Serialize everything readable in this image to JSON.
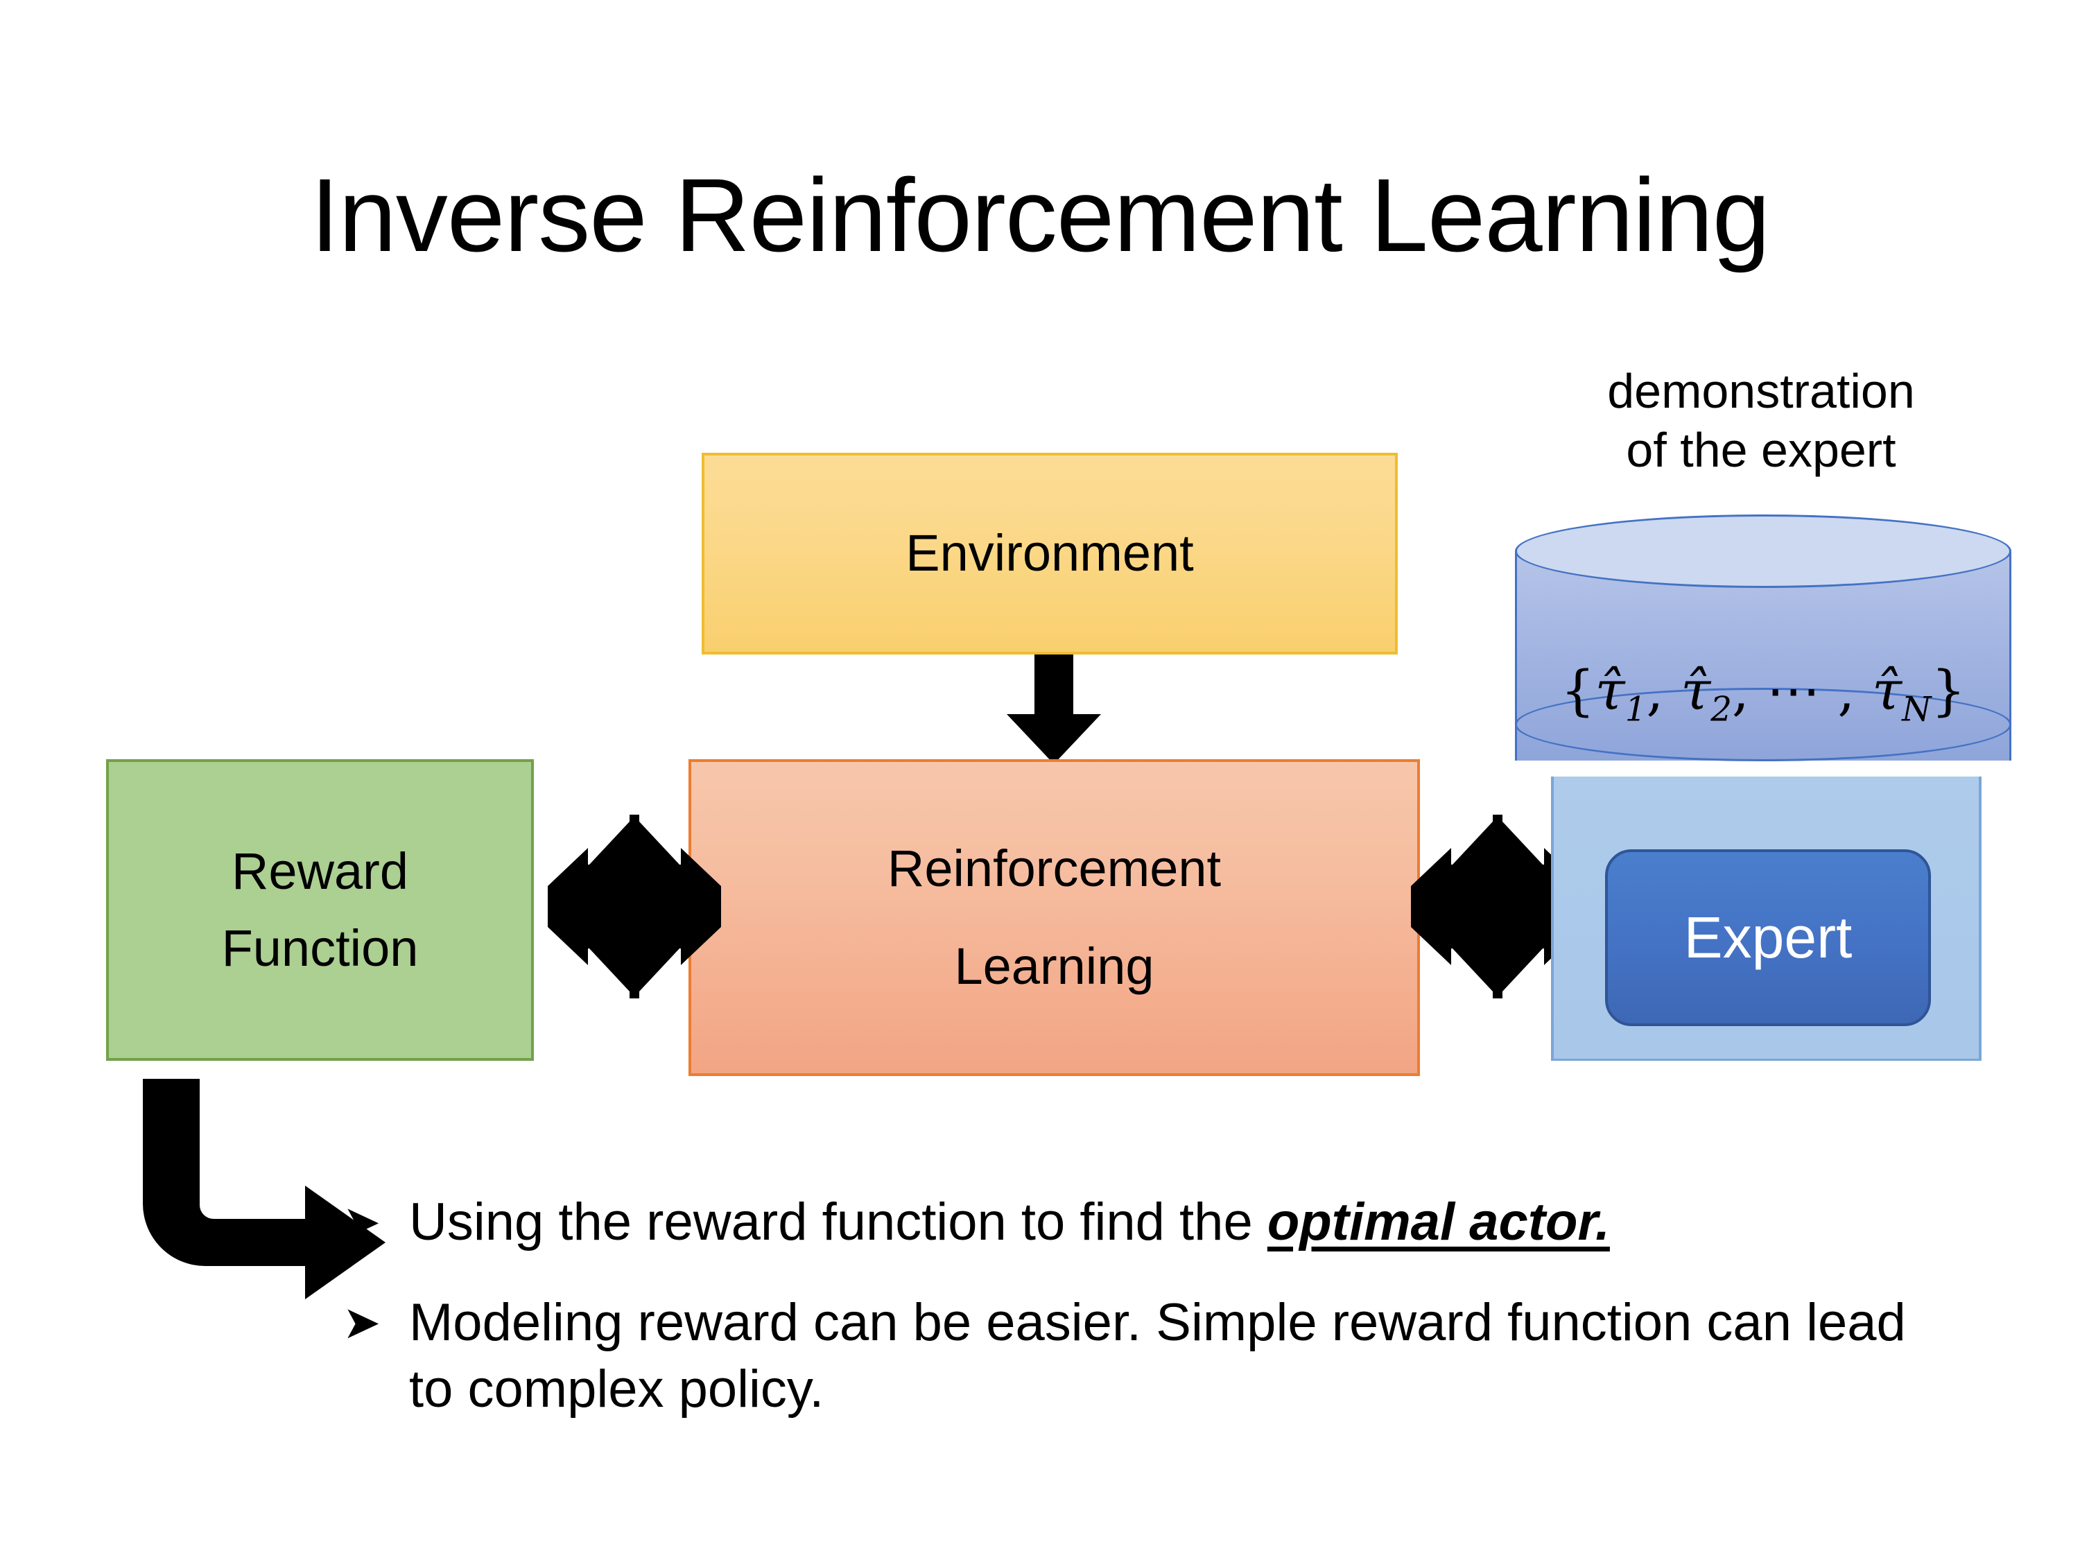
{
  "slide": {
    "title": "Inverse Reinforcement Learning",
    "background_color": "#ffffff"
  },
  "diagram": {
    "environment_box": {
      "label": "Environment",
      "fill_color": "#fbd888",
      "border_color": "#efbd2e"
    },
    "rl_box": {
      "label_line1": "Reinforcement",
      "label_line2": "Learning",
      "fill_color": "#f4b294",
      "border_color": "#ed7d31"
    },
    "reward_box": {
      "label_line1": "Reward",
      "label_line2": "Function",
      "fill_color": "#accf92",
      "border_color": "#74a04a"
    },
    "expert_panel": {
      "caption_line1": "demonstration",
      "caption_line2": "of the expert",
      "panel_color": "#aecbeb",
      "cylinder_color": "#9fb2e0",
      "cylinder_top_color": "#ccd9f0",
      "cylinder_border_color": "#4472c4",
      "cylinder_label_open": "{",
      "cylinder_label_tau1": "τ̂",
      "cylinder_label_sub1": "1",
      "cylinder_label_comma1": ", ",
      "cylinder_label_tau2": "τ̂",
      "cylinder_label_sub2": "2",
      "cylinder_label_ellipsis": ", ⋯ , ",
      "cylinder_label_tauN": "τ̂",
      "cylinder_label_subN": "N",
      "cylinder_label_close": "}",
      "cylinder_label_plain": "{τ̂1, τ̂2, ⋯ , τ̂N}",
      "expert_button_label": "Expert",
      "expert_button_color": "#4472c4",
      "expert_button_border_color": "#2f5597",
      "expert_button_text_color": "#ffffff"
    },
    "arrows": {
      "environment_to_rl": "down-arrow",
      "reward_to_rl": "quad-arrow",
      "rl_to_expert": "quad-arrow",
      "reward_to_bullets": "bent-arrow",
      "color": "#000000"
    }
  },
  "bullets": {
    "marker": "➤",
    "items": [
      {
        "prefix": "Using the reward function to find the ",
        "emphasis": "optimal actor.",
        "suffix": ""
      },
      {
        "prefix": "Modeling reward can be easier. Simple reward function can lead to complex policy.",
        "emphasis": "",
        "suffix": ""
      }
    ]
  }
}
